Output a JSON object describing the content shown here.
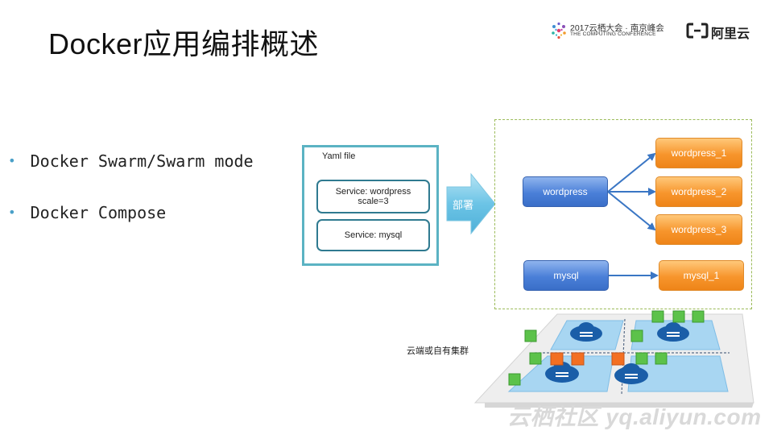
{
  "slide": {
    "title": "Docker应用编排概述",
    "bullets": [
      "Docker Swarm/Swarm mode",
      "Docker Compose"
    ]
  },
  "header": {
    "conference_line1": "2017云栖大会 · 南京峰会",
    "conference_line2": "THE COMPUTING CONFERENCE",
    "logo_text": "阿里云"
  },
  "yaml": {
    "title": "Yaml file",
    "service_wordpress_line1": "Service: wordpress",
    "service_wordpress_line2": "scale=3",
    "service_mysql": "Service: mysql"
  },
  "deploy_label": "部署",
  "cluster": {
    "wordpress": "wordpress",
    "mysql": "mysql",
    "replicas": [
      "wordpress_1",
      "wordpress_2",
      "wordpress_3"
    ],
    "mysql_replica": "mysql_1"
  },
  "cluster_label": "云端或自有集群",
  "watermark": "云栖社区 yq.aliyun.com",
  "colors": {
    "accent_teal": "#5bb3c3",
    "node_blue": "#4a7fd8",
    "node_orange": "#f7952c",
    "arrow_blue": "#3a76c4",
    "cluster_border": "#9bbb59"
  }
}
